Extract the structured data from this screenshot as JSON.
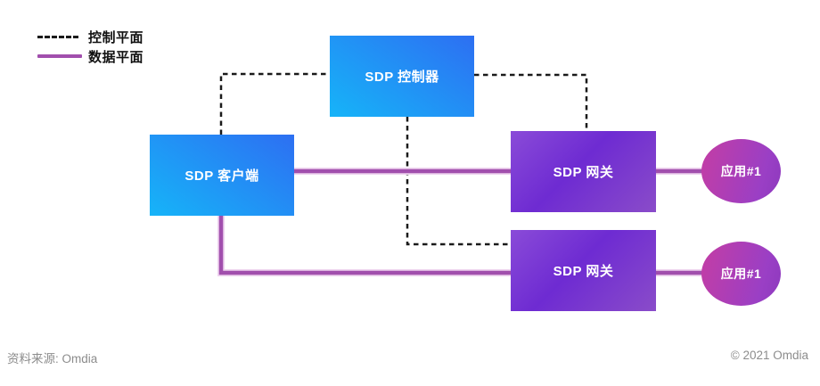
{
  "legend": {
    "items": [
      {
        "id": "control-plane",
        "label": "控制平面",
        "style": "dashed",
        "color": "#1a1a1a"
      },
      {
        "id": "data-plane",
        "label": "数据平面",
        "style": "solid",
        "color": "#a14fad"
      }
    ]
  },
  "nodes": {
    "controller": {
      "label": "SDP 控制器",
      "shape": "rect",
      "fill": "blue-gradient"
    },
    "client": {
      "label": "SDP 客户端",
      "shape": "rect",
      "fill": "blue-gradient"
    },
    "gateway_top": {
      "label": "SDP 网关",
      "shape": "rect",
      "fill": "purple-gradient"
    },
    "gateway_bottom": {
      "label": "SDP 网关",
      "shape": "rect",
      "fill": "purple-gradient"
    },
    "app_top": {
      "label": "应用#1",
      "shape": "ellipse",
      "fill": "magenta-gradient"
    },
    "app_bottom": {
      "label": "应用#1",
      "shape": "ellipse",
      "fill": "magenta-gradient"
    }
  },
  "connections": [
    {
      "from": "client",
      "to": "controller",
      "plane": "control"
    },
    {
      "from": "controller",
      "to": "gateway_top",
      "plane": "control"
    },
    {
      "from": "controller",
      "to": "gateway_bottom",
      "plane": "control"
    },
    {
      "from": "client",
      "to": "gateway_top",
      "plane": "data"
    },
    {
      "from": "client",
      "to": "gateway_bottom",
      "plane": "data"
    },
    {
      "from": "gateway_top",
      "to": "app_top",
      "plane": "data"
    },
    {
      "from": "gateway_bottom",
      "to": "app_bottom",
      "plane": "data"
    }
  ],
  "footer": {
    "source": "资料来源: Omdia",
    "copyright": "© 2021 Omdia"
  },
  "colors": {
    "control_plane_line": "#1a1a1a",
    "data_plane_line": "#a14fad",
    "data_plane_halo": "#eed4ef",
    "blue_box_start": "#2d6ff2",
    "blue_box_end": "#16b4f8",
    "purple_box_start": "#8a4bd8",
    "purple_box_end": "#6e2bd2",
    "app_start": "#c43da4",
    "app_end": "#9a3fc5",
    "footer_text": "#8c8c8c"
  }
}
